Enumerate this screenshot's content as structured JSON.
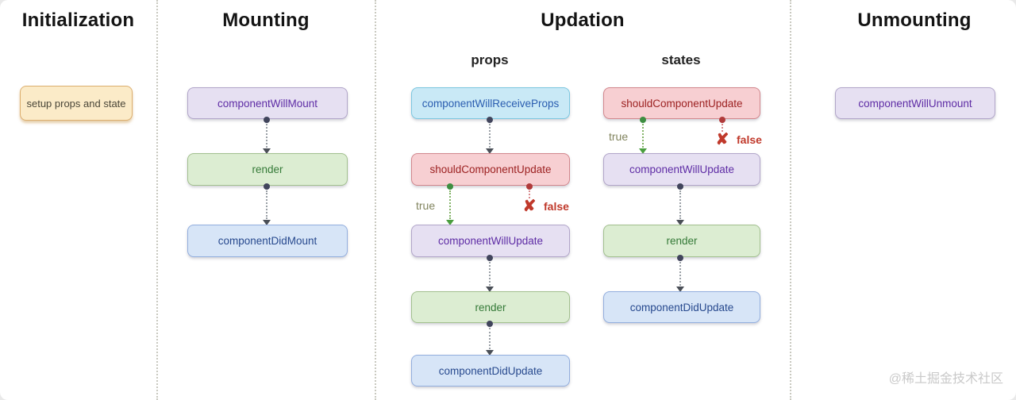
{
  "diagram": {
    "columns": [
      {
        "title": "Initialization"
      },
      {
        "title": "Mounting"
      },
      {
        "title": "Updation"
      },
      {
        "title": "Unmounting"
      }
    ],
    "subtitles": {
      "props": "props",
      "states": "states"
    },
    "initialization": {
      "box": "setup props and state"
    },
    "mounting": {
      "boxes": [
        "componentWillMount",
        "render",
        "componentDidMount"
      ]
    },
    "updation_props": {
      "boxes": [
        "componentWillReceiveProps",
        "shouldComponentUpdate",
        "componentWillUpdate",
        "render",
        "componentDidUpdate"
      ]
    },
    "updation_states": {
      "boxes": [
        "shouldComponentUpdate",
        "componentWillUpdate",
        "render",
        "componentDidUpdate"
      ]
    },
    "unmounting": {
      "box": "componentWillUnmount"
    },
    "branches": {
      "true_label": "true",
      "false_label": "false",
      "x_mark": "✘"
    }
  },
  "watermark": "@稀土掘金技术社区",
  "colors": {
    "wheat_fill": "#fbebc8",
    "wheat_border": "#dcae6e",
    "purple_fill": "#e6e0f2",
    "purple_border": "#b1a5c9",
    "purple_text": "#5e2ca5",
    "green_fill": "#dcedd2",
    "green_border": "#a2c08e",
    "green_text": "#357a38",
    "blue_fill": "#d7e5f7",
    "blue_border": "#92aede",
    "blue_text": "#27498e",
    "cyan_fill": "#c9e9f6",
    "cyan_border": "#7cc7e0",
    "cyan_text": "#2a5db0",
    "red_fill": "#f7cfd2",
    "red_border": "#d2878d",
    "red_text": "#9c2121",
    "true_green": "#4a9e3f",
    "false_red": "#c0392b"
  }
}
